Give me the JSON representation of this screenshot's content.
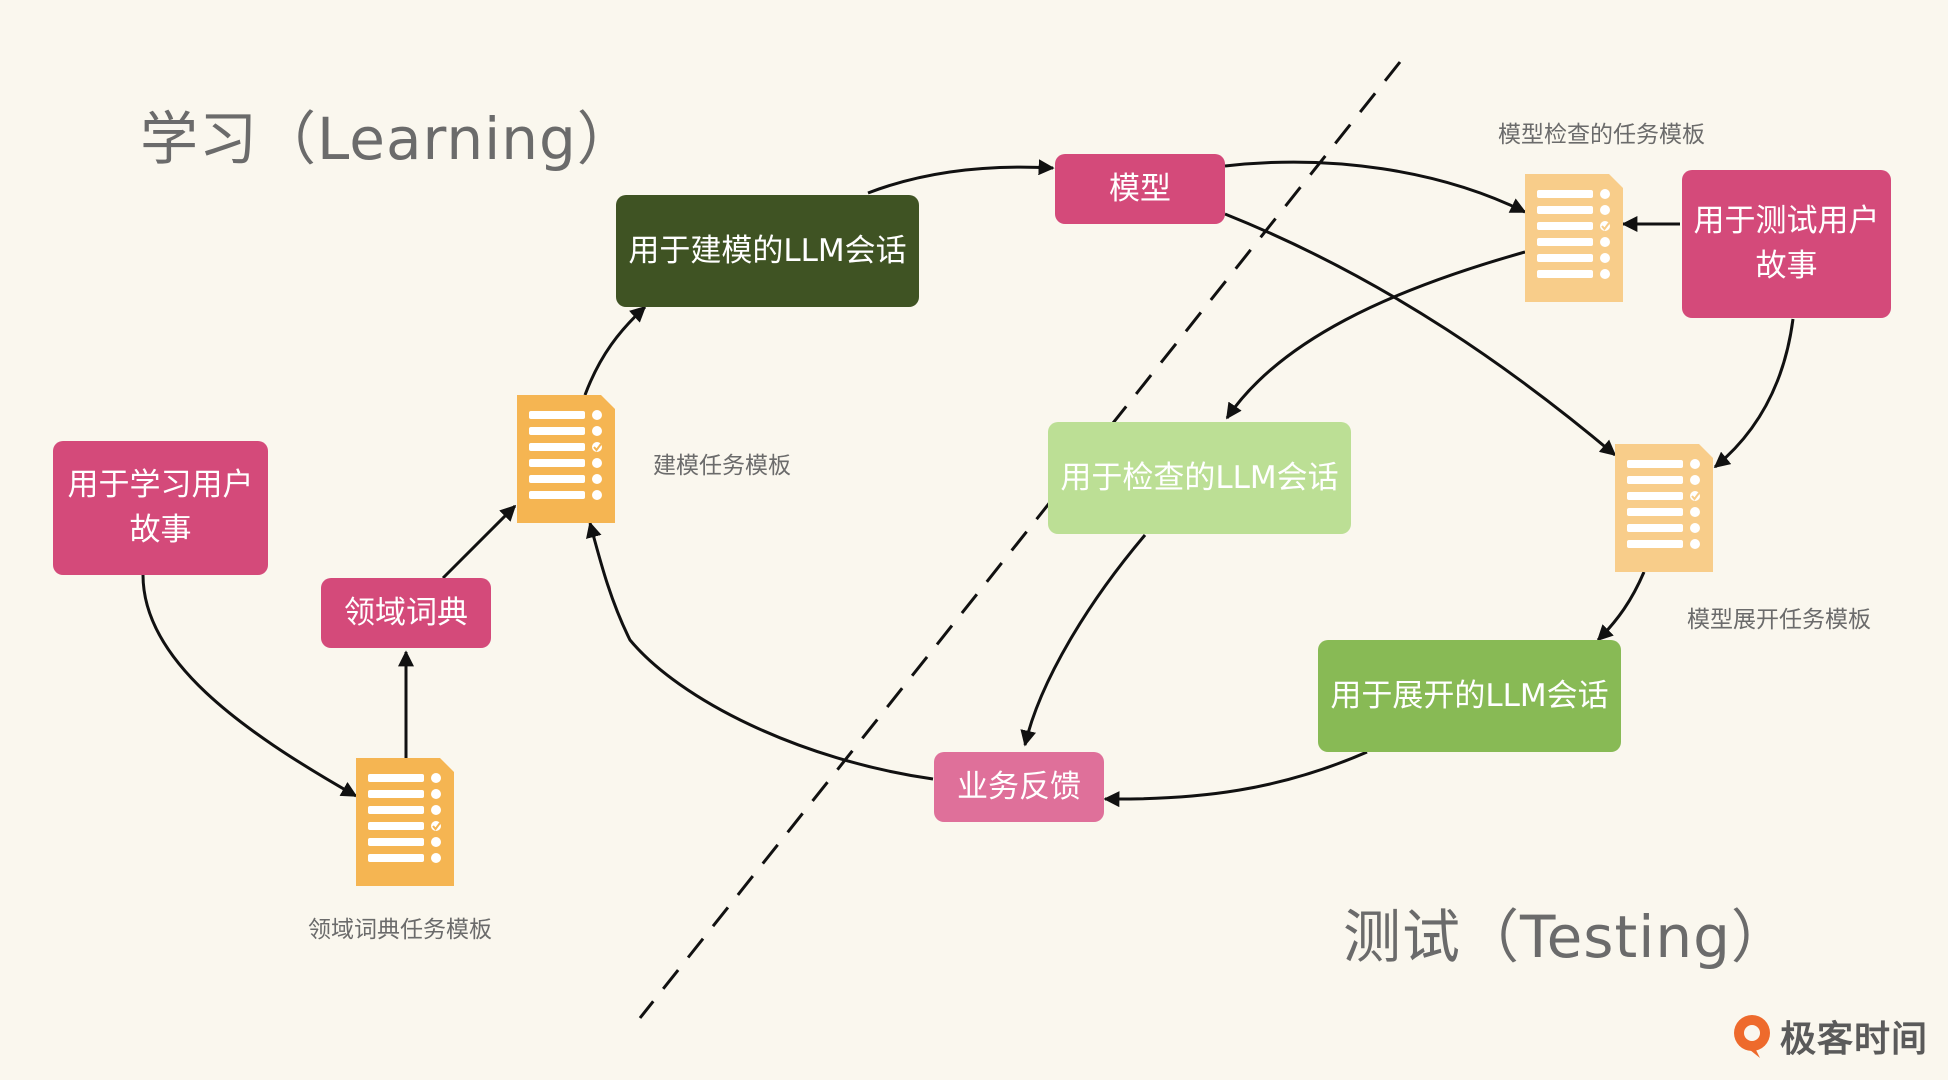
{
  "titles": {
    "learning": "学习（Learning）",
    "testing": "测试（Testing）"
  },
  "boxes": {
    "learn_story": "用于学习用户故事",
    "domain_dict": "领域词典",
    "modeling_llm": "用于建模的LLM会话",
    "model": "模型",
    "test_story": "用于测试用户故事",
    "check_llm": "用于检查的LLM会话",
    "expand_llm": "用于展开的LLM会话",
    "feedback": "业务反馈"
  },
  "captions": {
    "domain_dict_template": "领域词典任务模板",
    "modeling_template": "建模任务模板",
    "model_check_template": "模型检查的任务模板",
    "model_expand_template": "模型展开任务模板"
  },
  "logo": {
    "text": "极客时间"
  },
  "colors": {
    "pink": "#d44a7a",
    "pink_light": "#df709a",
    "dark_green": "#3f5323",
    "green": "#88ba55",
    "light_green": "#bcdf95",
    "document": "#f5b552",
    "document_light": "#f8cd8a",
    "logo_orange": "#ee6a2c"
  },
  "icons": {
    "document": "checklist-document-icon",
    "logo": "geektime-logo-icon"
  }
}
